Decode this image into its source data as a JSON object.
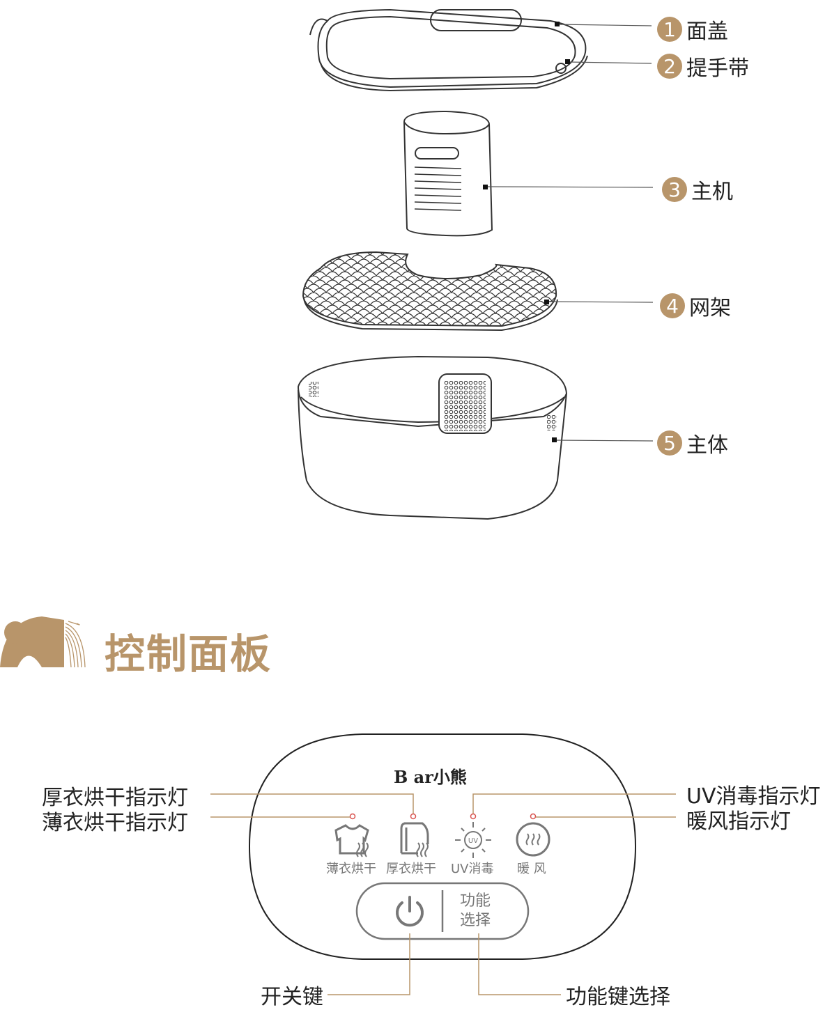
{
  "parts": [
    {
      "number": "1",
      "label": "面盖"
    },
    {
      "number": "2",
      "label": "提手带"
    },
    {
      "number": "3",
      "label": "主机"
    },
    {
      "number": "4",
      "label": "网架"
    },
    {
      "number": "5",
      "label": "主体"
    }
  ],
  "section": {
    "title": "控制面板"
  },
  "panel": {
    "brand": "B  ar小熊",
    "indicators": [
      "薄衣烘干",
      "厚衣烘干",
      "UV消毒",
      "暖 风"
    ],
    "uv_icon_text": "UV",
    "function_button": [
      "功能",
      "选择"
    ]
  },
  "callouts": {
    "thick_dry_indicator": "厚衣烘干指示灯",
    "thin_dry_indicator": "薄衣烘干指示灯",
    "uv_indicator": "UV消毒指示灯",
    "warm_air_indicator": "暖风指示灯",
    "power_key": "开关键",
    "function_key": "功能键选择"
  },
  "colors": {
    "accent": "#b8956a",
    "line": "#555555",
    "icon": "#777777",
    "indicator": "#d9534f"
  }
}
